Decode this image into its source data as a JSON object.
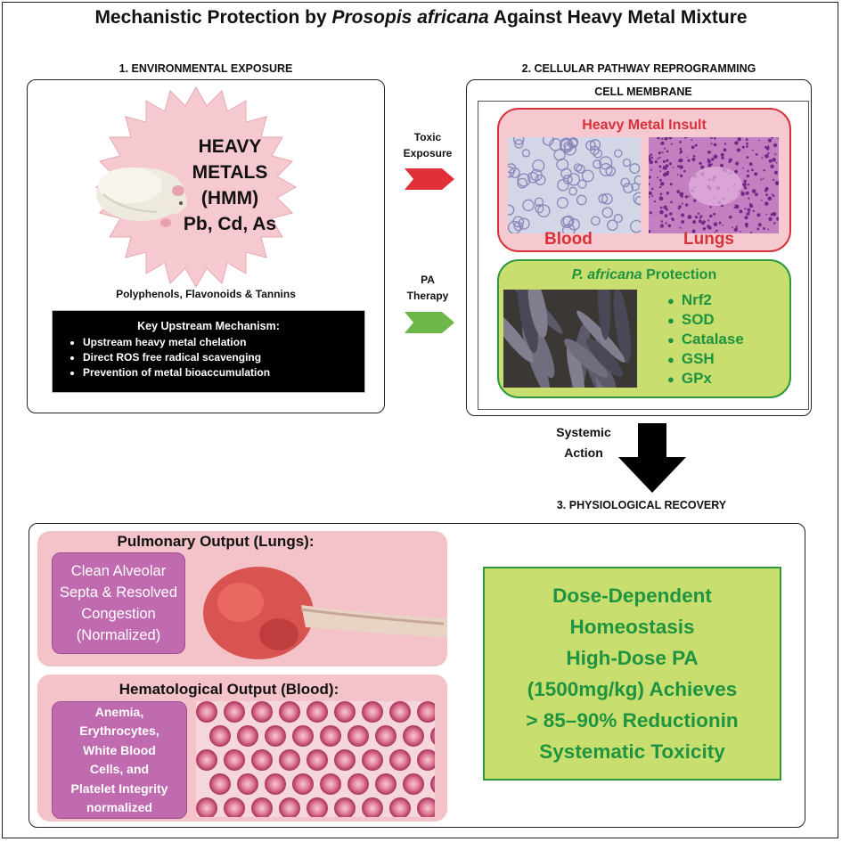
{
  "title": {
    "prefix": "Mechanistic Protection by ",
    "species": "Prosopis africana",
    "suffix": " Against Heavy Metal Mixture"
  },
  "sections": {
    "environmental": "1. ENVIRONMENTAL EXPOSURE",
    "cellular": "2. CELLULAR PATHWAY REPROGRAMMING",
    "physiological": "3. PHYSIOLOGICAL RECOVERY"
  },
  "exposure": {
    "hmm_lines": [
      "HEAVY",
      "METALS",
      "(HMM)",
      "Pb, Cd, As"
    ],
    "compounds": "Polyphenols, Flavonoids & Tannins",
    "mechanism_title": "Key Upstream Mechanism:",
    "mechanisms": [
      "Upstream heavy metal chelation",
      "Direct ROS free radical scavenging",
      "Prevention of metal bioaccumulation"
    ]
  },
  "arrows": {
    "toxic": [
      "Toxic",
      "Exposure"
    ],
    "therapy": [
      "PA",
      "Therapy"
    ],
    "systemic": [
      "Systemic",
      "Action"
    ]
  },
  "cellular": {
    "membrane": "CELL MEMBRANE",
    "insult_title": "Heavy Metal Insult",
    "blood_label": "Blood",
    "lungs_label": "Lungs",
    "protection_species": "P. africana",
    "protection_rest": " Protection",
    "markers": [
      "Nrf2",
      "SOD",
      "Catalase",
      "GSH",
      "GPx"
    ]
  },
  "recovery": {
    "pulmonary_title": "Pulmonary Output (Lungs):",
    "pulmonary_text": [
      "Clean Alveolar",
      "Septa & Resolved",
      "Congestion",
      "(Normalized)"
    ],
    "hematological_title": "Hematological Output (Blood):",
    "hematological_text": [
      "Anemia,",
      "Erythrocytes,",
      "White Blood",
      "Cells, and",
      "Platelet Integrity",
      "normalized"
    ],
    "summary": [
      "Dose-Dependent",
      "Homeostasis",
      "High-Dose PA",
      "(1500mg/kg) Achieves",
      "> 85–90% Reductionin",
      "Systematic Toxicity"
    ]
  },
  "colors": {
    "insult_border": "#d6323c",
    "protect_green": "#1f9440",
    "protect_fill": "#c8de6e",
    "insult_fill": "#f6c8cf",
    "purple": "#c06ab0",
    "pink_card": "#f4c3c9"
  },
  "icons": {
    "toxic_arrow": "red-chevron-arrow-icon",
    "therapy_arrow": "green-chevron-arrow-icon",
    "systemic_arrow": "black-down-arrow-icon"
  }
}
